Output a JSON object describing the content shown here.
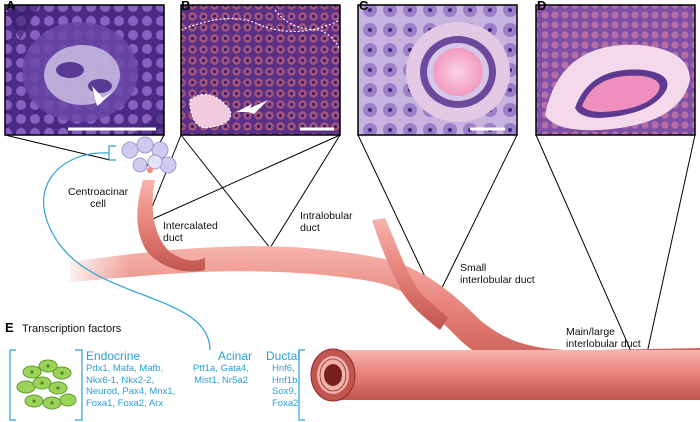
{
  "panels": [
    {
      "letter": "A"
    },
    {
      "letter": "B"
    },
    {
      "letter": "C"
    },
    {
      "letter": "D"
    }
  ],
  "labels": {
    "centroacinar": [
      "Centroacinar",
      "cell"
    ],
    "intercalated": [
      "Intercalated",
      "duct"
    ],
    "intralobular": [
      "Intralobular",
      "duct"
    ],
    "small": [
      "Small",
      "interlobular duct"
    ],
    "main": [
      "Main/large",
      "interlobular duct"
    ]
  },
  "panel_e": {
    "letter": "E",
    "title": "Transcription factors"
  },
  "transcription_factors": {
    "endocrine": {
      "heading": "Endocrine",
      "lines": [
        "Pdx1, Mafa, Mafb,",
        "Nkx6-1, Nkx2-2,",
        "Neurod, Pax4, Mnx1,",
        "Foxa1, Foxa2, Arx"
      ]
    },
    "acinar": {
      "heading": "Acinar",
      "lines": [
        "Ptf1a, Gata4,",
        "Mist1, Nr5a2"
      ]
    },
    "ductal": {
      "heading": "Ductal",
      "lines": [
        "Hnf6,",
        "Hnf1b,",
        "Sox9,",
        "Foxa2"
      ]
    }
  },
  "colors": {
    "duct": "#e8857c",
    "duct_dark": "#c2554f",
    "blue": "#2a9fd8",
    "endocrine_cells": "#9bd25a",
    "centroacinar": "#c9c6ea",
    "histology_purple": "#6d3d9b",
    "histology_pink": "#f0a8c8"
  }
}
